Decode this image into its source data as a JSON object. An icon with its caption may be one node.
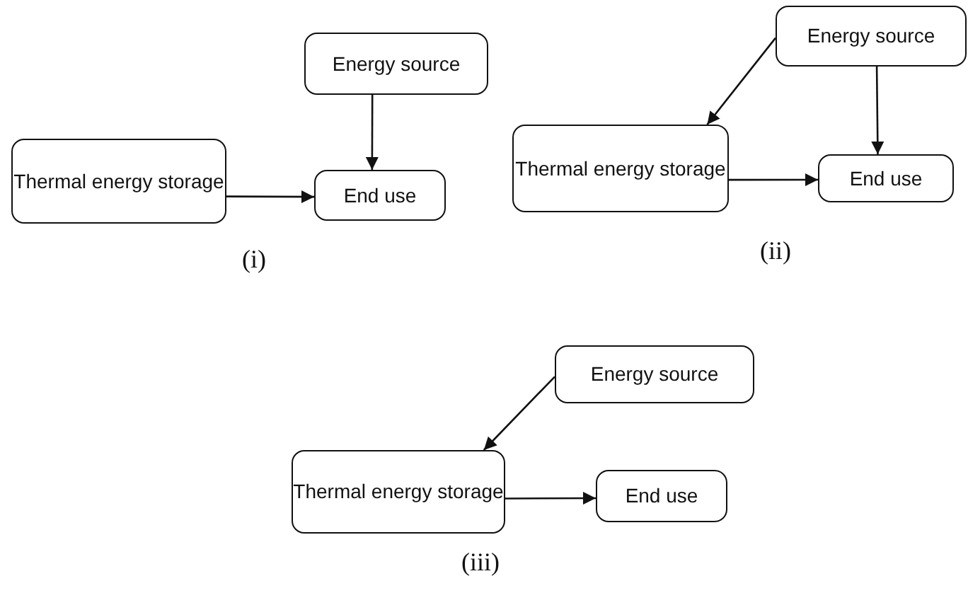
{
  "diagram": {
    "nodes": [
      {
        "text": [
          "Energy source"
        ]
      },
      {
        "text": [
          "Thermal energy storage"
        ]
      },
      {
        "text": [
          "End use"
        ]
      },
      {
        "text": [
          "Energy source"
        ]
      },
      {
        "text": [
          "Thermal energy storage"
        ]
      },
      {
        "text": [
          "End use"
        ]
      },
      {
        "text": [
          "Energy source"
        ]
      },
      {
        "text": [
          "Thermal energy storage"
        ]
      },
      {
        "text": [
          "End use"
        ]
      }
    ],
    "edges": [
      {
        "from": 0,
        "to": 2,
        "arrow": "to"
      },
      {
        "from": 1,
        "to": 2,
        "arrow": "to"
      },
      {
        "from": 3,
        "to": 4,
        "arrow": "to"
      },
      {
        "from": 3,
        "to": 5,
        "arrow": "to"
      },
      {
        "from": 4,
        "to": 5,
        "arrow": "to"
      },
      {
        "from": 6,
        "to": 7,
        "arrow": "to"
      },
      {
        "from": 7,
        "to": 8,
        "arrow": "to"
      }
    ],
    "labels": [
      "(i)",
      "(ii)",
      "(iii)"
    ]
  }
}
